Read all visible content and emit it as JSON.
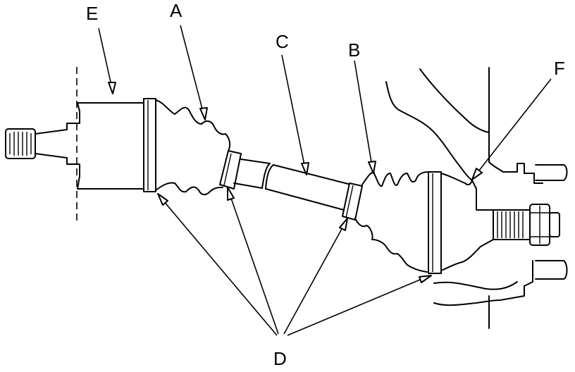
{
  "labels": {
    "a": "A",
    "b": "B",
    "c": "C",
    "d": "D",
    "e": "E",
    "f": "F"
  },
  "colors": {
    "stroke": "#000000",
    "background": "#ffffff"
  }
}
